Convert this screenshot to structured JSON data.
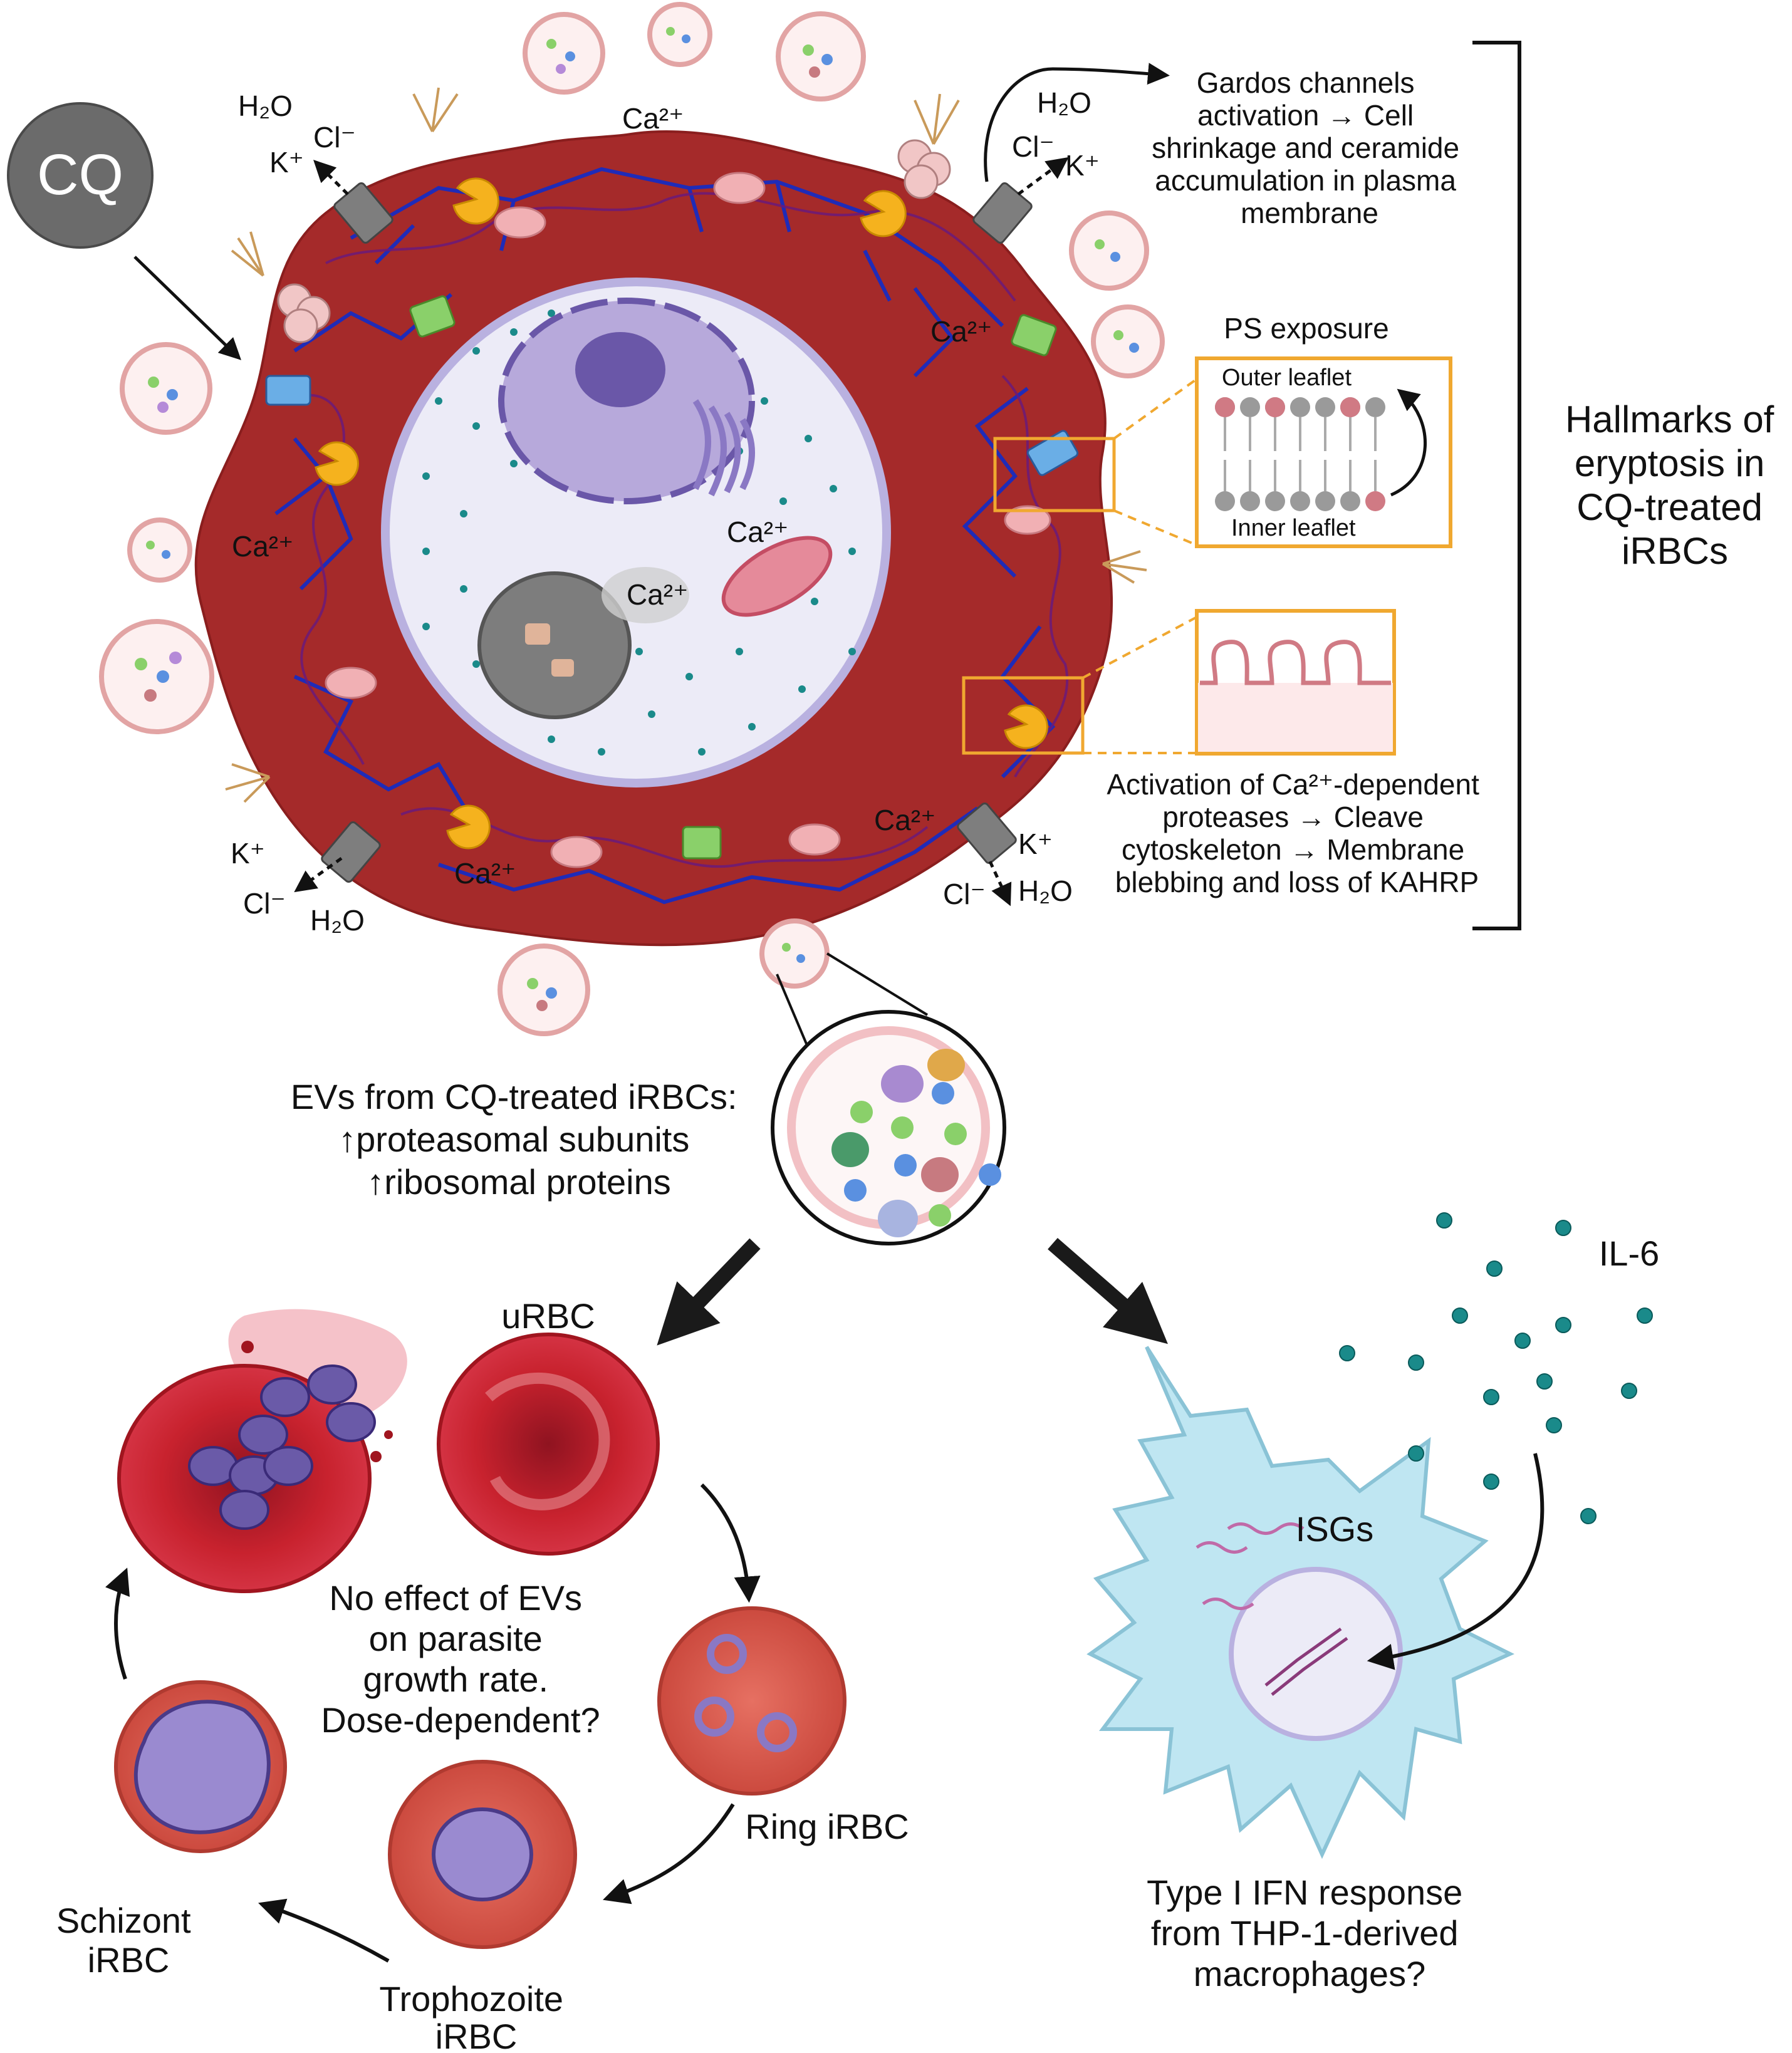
{
  "labels": {
    "cq": "CQ",
    "h2o": "H₂O",
    "cl": "Cl⁻",
    "k": "K⁺",
    "ca": "Ca²⁺",
    "gardos": [
      "Gardos channels",
      "activation → Cell",
      "shrinkage and ceramide",
      "accumulation in plasma",
      "membrane"
    ],
    "ps_exposure": "PS exposure",
    "outer_leaflet": "Outer leaflet",
    "inner_leaflet": "Inner leaflet",
    "hallmarks": [
      "Hallmarks of",
      "eryptosis in",
      "CQ-treated",
      "iRBCs"
    ],
    "proteases": [
      "Activation of Ca²⁺-dependent",
      "proteases → Cleave",
      "cytoskeleton → Membrane",
      "blebbing and loss of KAHRP"
    ],
    "evs": [
      "EVs from CQ-treated iRBCs:",
      "↑proteasomal subunits",
      "↑ribosomal proteins"
    ],
    "urbc": "uRBC",
    "no_effect": [
      "No effect of EVs",
      "on parasite",
      "growth rate.",
      "Dose-dependent?"
    ],
    "ring": "Ring iRBC",
    "trophozoite": [
      "Trophozoite",
      "iRBC"
    ],
    "schizont": [
      "Schizont",
      "iRBC"
    ],
    "il6": "IL-6",
    "isgs": "ISGs",
    "ifn": [
      "Type I IFN response",
      "from THP-1-derived",
      "macrophages?"
    ]
  },
  "colors": {
    "cell_body": "#a52a2a",
    "cytoskeleton": "#1f2bb8",
    "nucleus_bg": "#ecebf7",
    "rbc": "#c8222e",
    "infected_rbc": "#dc5a4c",
    "macrophage": "#bfe6f2",
    "il6_dot": "#1a8a8a",
    "cq_circle": "#6b6b6b"
  }
}
